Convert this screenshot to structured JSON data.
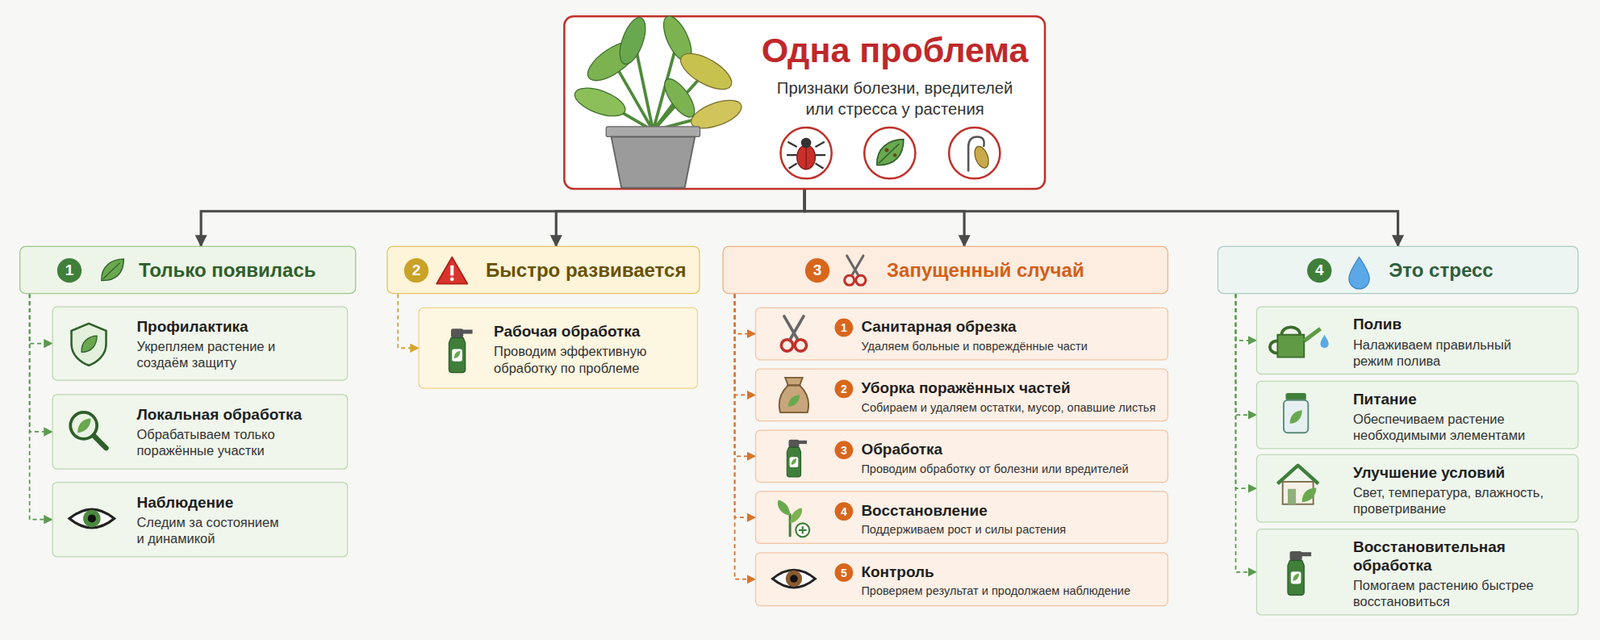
{
  "diagram": {
    "nodes": [
      {
        "text": [
          "Одна проблема",
          "Признаки болезни, вредителей или стресса у растения"
        ]
      },
      {
        "text": [
          "1",
          "Только появилась"
        ]
      },
      {
        "text": [
          "Профилактика",
          "Укрепляем растение и создаём защиту"
        ]
      },
      {
        "text": [
          "Локальная обработка",
          "Обрабатываем только поражённые участки"
        ]
      },
      {
        "text": [
          "Наблюдение",
          "Следим за состоянием и динамикой"
        ]
      },
      {
        "text": [
          "2",
          "Быстро развивается"
        ]
      },
      {
        "text": [
          "Рабочая обработка",
          "Проводим эффективную обработку по проблеме"
        ]
      },
      {
        "text": [
          "3",
          "Запущенный случай"
        ]
      },
      {
        "text": [
          "1",
          "Санитарная обрезка",
          "Удаляем больные и повреждённые части"
        ]
      },
      {
        "text": [
          "2",
          "Уборка поражённых частей",
          "Собираем и удаляем остатки, мусор, опавшие листья"
        ]
      },
      {
        "text": [
          "3",
          "Обработка",
          "Проводим обработку от болезни или вредителей"
        ]
      },
      {
        "text": [
          "4",
          "Восстановление",
          "Поддерживаем рост и силы растения"
        ]
      },
      {
        "text": [
          "5",
          "Контроль",
          "Проверяем результат и продолжаем наблюдение"
        ]
      },
      {
        "text": [
          "4",
          "Это стресс"
        ]
      },
      {
        "text": [
          "Полив",
          "Налаживаем правильный режим полива"
        ]
      },
      {
        "text": [
          "Питание",
          "Обеспечиваем растение необходимыми элементами"
        ]
      },
      {
        "text": [
          "Улучшение условий",
          "Свет, температура, влажность, проветривание"
        ]
      },
      {
        "text": [
          "Восстановительная обработка",
          "Помогаем растению быстрее восстановиться"
        ]
      }
    ],
    "edges": [
      {
        "from": 0,
        "to": 1,
        "arrow": "to"
      },
      {
        "from": 0,
        "to": 5,
        "arrow": "to"
      },
      {
        "from": 0,
        "to": 7,
        "arrow": "to"
      },
      {
        "from": 0,
        "to": 13,
        "arrow": "to"
      },
      {
        "from": 1,
        "to": 2,
        "arrow": "to"
      },
      {
        "from": 1,
        "to": 3,
        "arrow": "to"
      },
      {
        "from": 1,
        "to": 4,
        "arrow": "to"
      },
      {
        "from": 5,
        "to": 6,
        "arrow": "to"
      },
      {
        "from": 7,
        "to": 8,
        "arrow": "to"
      },
      {
        "from": 7,
        "to": 9,
        "arrow": "to"
      },
      {
        "from": 7,
        "to": 10,
        "arrow": "to"
      },
      {
        "from": 7,
        "to": 11,
        "arrow": "to"
      },
      {
        "from": 7,
        "to": 12,
        "arrow": "to"
      },
      {
        "from": 13,
        "to": 14,
        "arrow": "to"
      },
      {
        "from": 13,
        "to": 15,
        "arrow": "to"
      },
      {
        "from": 13,
        "to": 16,
        "arrow": "to"
      },
      {
        "from": 13,
        "to": 17,
        "arrow": "to"
      }
    ]
  }
}
